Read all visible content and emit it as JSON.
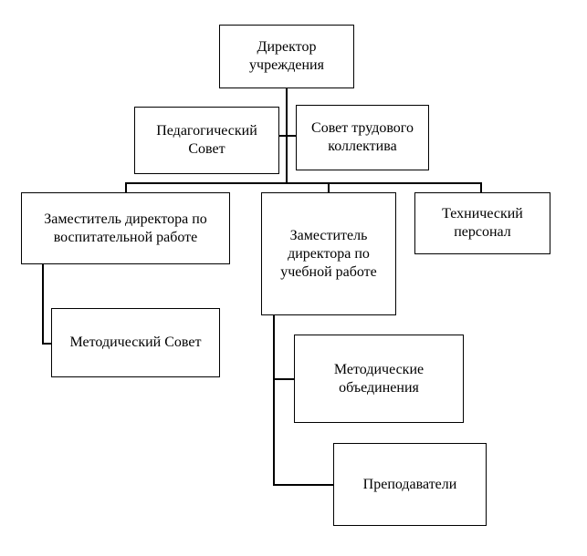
{
  "nodes": {
    "director": "Директор учреждения",
    "ped_council": "Педагогический Совет",
    "labor_council": "Совет трудового коллектива",
    "deputy_edu": "Заместитель директора по воспитательной работе",
    "deputy_study": "Заместитель директора по учебной работе",
    "tech_staff": "Технический персонал",
    "method_council": "Методический Совет",
    "method_assoc": "Методические объединения",
    "teachers": "Преподаватели"
  }
}
